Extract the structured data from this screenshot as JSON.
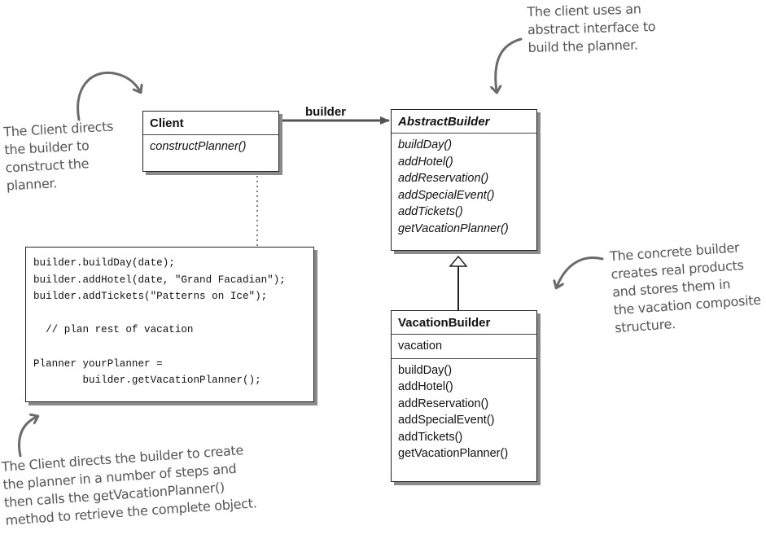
{
  "association_label": "builder",
  "client": {
    "name": "Client",
    "methods": [
      "constructPlanner()"
    ]
  },
  "abstract_builder": {
    "name": "AbstractBuilder",
    "methods": [
      "buildDay()",
      "addHotel()",
      "addReservation()",
      "addSpecialEvent()",
      "addTickets()",
      "getVacationPlanner()"
    ]
  },
  "vacation_builder": {
    "name": "VacationBuilder",
    "attributes": [
      "vacation"
    ],
    "methods": [
      "buildDay()",
      "addHotel()",
      "addReservation()",
      "addSpecialEvent()",
      "addTickets()",
      "getVacationPlanner()"
    ]
  },
  "code_lines": [
    "builder.buildDay(date);",
    "builder.addHotel(date, \"Grand Facadian\");",
    "builder.addTickets(\"Patterns on Ice\");",
    "",
    "  // plan rest of vacation",
    "",
    "Planner yourPlanner =",
    "        builder.getVacationPlanner();"
  ],
  "notes": {
    "top": [
      "The client uses an",
      "abstract interface to",
      "build the planner."
    ],
    "left": [
      "The Client directs",
      "the builder to",
      "construct the",
      "planner."
    ],
    "right": [
      "The concrete builder",
      "creates real products",
      "and stores them in",
      "the vacation composite",
      "structure."
    ],
    "bottom": [
      "The Client directs the builder to create",
      "the planner in a number of steps and",
      "then calls the getVacationPlanner()",
      "method to retrieve the complete object."
    ]
  }
}
